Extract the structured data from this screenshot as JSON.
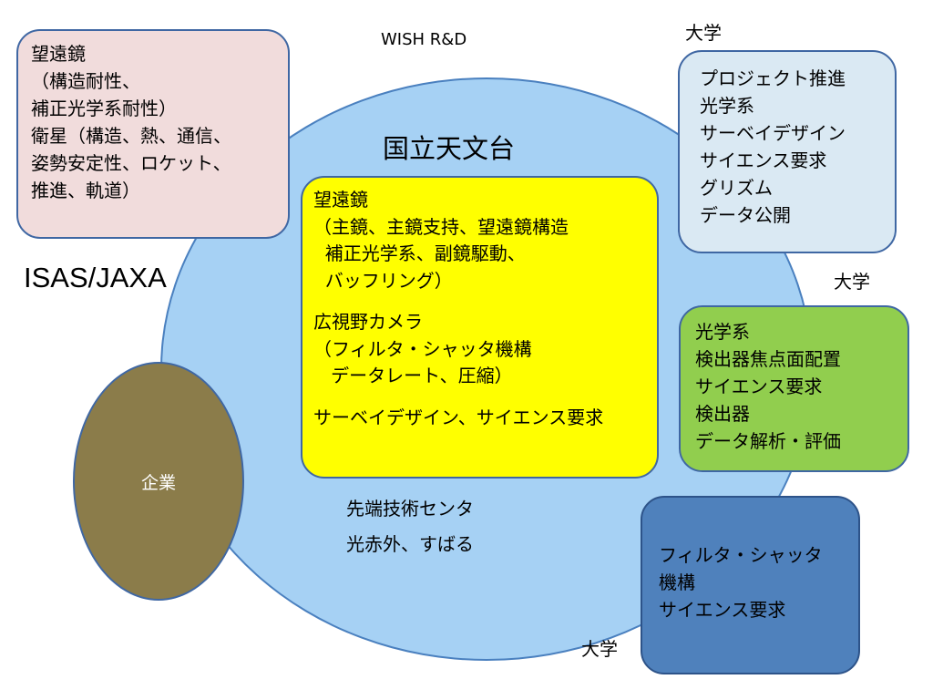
{
  "header": {
    "wish_label": "WISH R&D"
  },
  "center": {
    "title": "国立天文台",
    "sub_lines": [
      "先端技術センタ",
      "光赤外、すばる"
    ]
  },
  "isas": {
    "label": "ISAS/JAXA",
    "lines_a": [
      "望遠鏡",
      "（構造耐性、",
      "補正光学系耐性）"
    ],
    "lines_b": [
      "衛星（構造、熱、通信、",
      "姿勢安定性、ロケット、",
      "推進、軌道）"
    ]
  },
  "naoj_box": {
    "lines_a": [
      "望遠鏡",
      "（主鏡、主鏡支持、望遠鏡構造",
      "  補正光学系、副鏡駆動、",
      "  バッフリング）"
    ],
    "lines_b": [
      "広視野カメラ",
      "（フィルタ・シャッタ機構",
      "   データレート、圧縮）"
    ],
    "lines_c": [
      "サーベイデザイン、サイエンス要求"
    ]
  },
  "univ1": {
    "label": "大学",
    "lines": [
      "プロジェクト推進",
      "光学系",
      "サーベイデザイン",
      "サイエンス要求",
      "グリズム",
      "データ公開"
    ]
  },
  "univ2": {
    "label": "大学",
    "lines": [
      "光学系",
      "検出器焦点面配置",
      "サイエンス要求",
      "検出器",
      "データ解析・評価"
    ]
  },
  "univ3": {
    "label": "大学",
    "lines": [
      "フィルタ・シャッタ",
      "機構",
      "サイエンス要求"
    ]
  },
  "company": {
    "label": "企業"
  },
  "colors": {
    "naoj_circle": "#a6d1f4",
    "isas_box": "#f1dcdc",
    "naoj_box": "#ffff00",
    "univ1_box": "#dae9f3",
    "univ2_box": "#91ce4e",
    "univ3_box": "#4f81bc",
    "company_circle": "#8b7c4a",
    "border": "#3f67a3"
  }
}
